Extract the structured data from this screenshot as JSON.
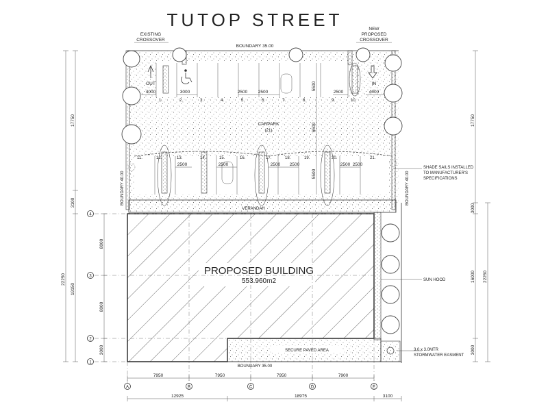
{
  "street_name": "TUTOP STREET",
  "crossovers": {
    "existing_line1": "EXISTING",
    "existing_line2": "CROSSOVER",
    "new_line1": "NEW",
    "new_line2": "PROPOSED",
    "new_line3": "CROSSOVER",
    "out_label": "OUT",
    "in_label": "IN"
  },
  "boundaries": {
    "top": "BOUNDARY 35.00",
    "bottom": "BOUNDARY 35.00",
    "left": "BOUNDARY 40.00",
    "right": "BOUNDARY 40.00"
  },
  "carpark": {
    "label": "CARPARK",
    "count": "(21)",
    "dim_4000_left": "4000",
    "dim_3000": "3000",
    "dim_2500_a": "2500",
    "dim_2500_b": "2500",
    "dim_2500_c": "2500",
    "dim_4000_right": "4000",
    "dim_5500_top": "5500",
    "dim_6500": "6500",
    "dim_5500_bottom": "5500",
    "dim_2500_d": "2500",
    "dim_2500_e": "2500",
    "dim_2500_f": "2500",
    "dim_2500_g": "2500",
    "dim_2500_h": "2500",
    "dim_2500_i": "2500"
  },
  "bay_numbers_top": [
    "1.",
    "2.",
    "3.",
    "4.",
    "5.",
    "6.",
    "7.",
    "8.",
    "9.",
    "10."
  ],
  "bay_numbers_bottom": [
    "11.",
    "12.",
    "13.",
    "14.",
    "15.",
    "16.",
    "17.",
    "18.",
    "19.",
    "20.",
    "21."
  ],
  "verandah": "VERANDAH",
  "building": {
    "title": "PROPOSED BUILDING",
    "area": "553.960m2"
  },
  "secure_area": "SECURE PAVED AREA",
  "callouts": {
    "shade_1": "SHADE SAILS INSTALLED",
    "shade_2": "TO MANUFACTURER'S",
    "shade_3": "SPECIFICATIONS",
    "sun_hood": "SUN HOOD",
    "easement_1": "3.0 x 3.0MTR",
    "easement_2": "STORMWATER EASMENT"
  },
  "dims_left": {
    "d17750": "17750",
    "d3100": "3100",
    "d22250": "22250",
    "d19150": "19150",
    "d8000_a": "8000",
    "d8000_b": "8000",
    "d3000": "3000"
  },
  "dims_right": {
    "d17750": "17750",
    "d3000_top": "3000",
    "d16000": "16000",
    "d22250": "22250",
    "d3000_bottom": "3000"
  },
  "grid_rows": [
    "4",
    "3",
    "2",
    "1"
  ],
  "grid_cols": [
    "A",
    "B",
    "C",
    "D",
    "E"
  ],
  "dims_bottom": {
    "d7950_a": "7950",
    "d7950_b": "7950",
    "d7950_c": "7950",
    "d7900": "7900",
    "d12925": "12925",
    "d18975": "18975",
    "d3100": "3100"
  }
}
